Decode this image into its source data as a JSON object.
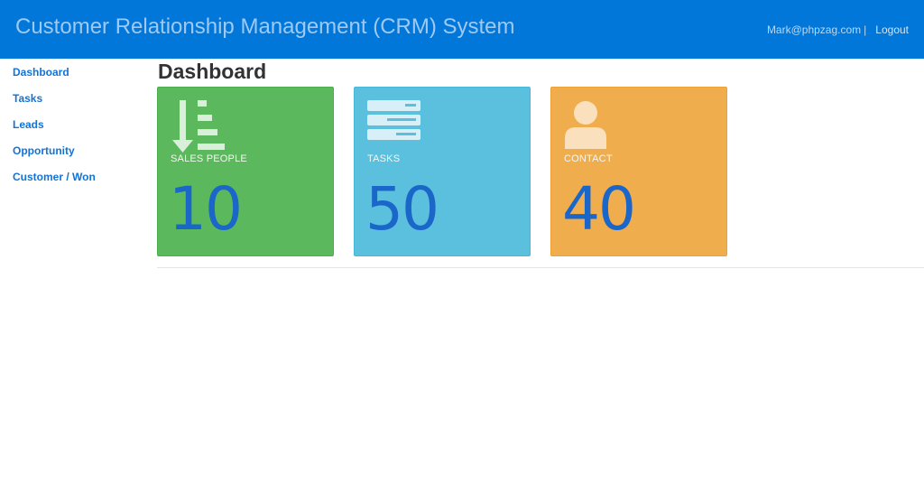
{
  "header": {
    "title": "Customer Relationship Management (CRM) System",
    "user_email": "Mark@phpzag.com",
    "separator": "|",
    "logout_label": "Logout"
  },
  "sidebar": {
    "items": [
      {
        "label": "Dashboard"
      },
      {
        "label": "Tasks"
      },
      {
        "label": "Leads"
      },
      {
        "label": "Opportunity"
      },
      {
        "label": "Customer / Won"
      }
    ]
  },
  "main": {
    "title": "Dashboard",
    "cards": [
      {
        "label": "SALES PEOPLE",
        "value": "10",
        "icon": "sort-list-icon",
        "color": "#5cb85c"
      },
      {
        "label": "TASKS",
        "value": "50",
        "icon": "server-list-icon",
        "color": "#5bc0de"
      },
      {
        "label": "CONTACT",
        "value": "40",
        "icon": "user-icon",
        "color": "#f0ad4e"
      }
    ]
  }
}
